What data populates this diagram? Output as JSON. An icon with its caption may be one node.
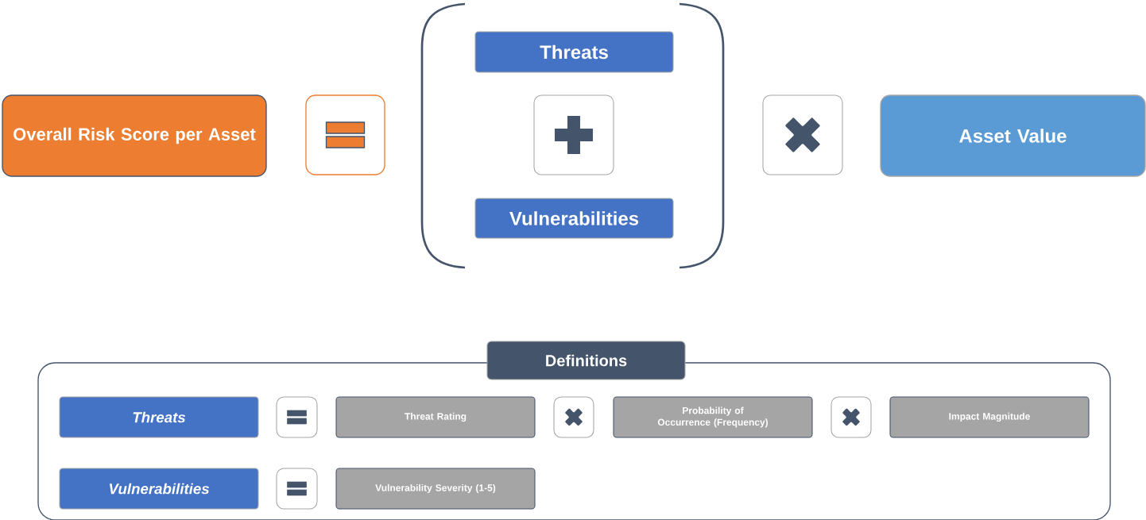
{
  "diagram": {
    "nodes": [
      {
        "text": [
          "Overall Risk Score per Asset"
        ]
      },
      {
        "text": [],
        "shape": "box"
      },
      {
        "text": [
          "Threats"
        ]
      },
      {
        "text": [],
        "shape": "box"
      },
      {
        "text": [
          "Vulnerabilities"
        ]
      },
      {
        "text": [],
        "shape": "box"
      },
      {
        "text": [
          "Asset Value"
        ]
      },
      {
        "text": [
          "Definitions"
        ]
      },
      {
        "text": [
          "Threats"
        ],
        "in": 7
      },
      {
        "text": [],
        "shape": "box",
        "in": 7
      },
      {
        "text": [
          "Threat Rating"
        ],
        "in": 7
      },
      {
        "text": [],
        "shape": "box",
        "in": 7
      },
      {
        "text": [
          "Probability of Occurrence (Frequency)"
        ],
        "in": 7
      },
      {
        "text": [],
        "shape": "box",
        "in": 7
      },
      {
        "text": [
          "Impact Magnitude"
        ],
        "in": 7
      },
      {
        "text": [
          "Vulnerabilities"
        ],
        "in": 7
      },
      {
        "text": [],
        "shape": "box",
        "in": 7
      },
      {
        "text": [
          "Vulnerability Severity (1-5)"
        ],
        "in": 7
      }
    ],
    "edges": []
  }
}
